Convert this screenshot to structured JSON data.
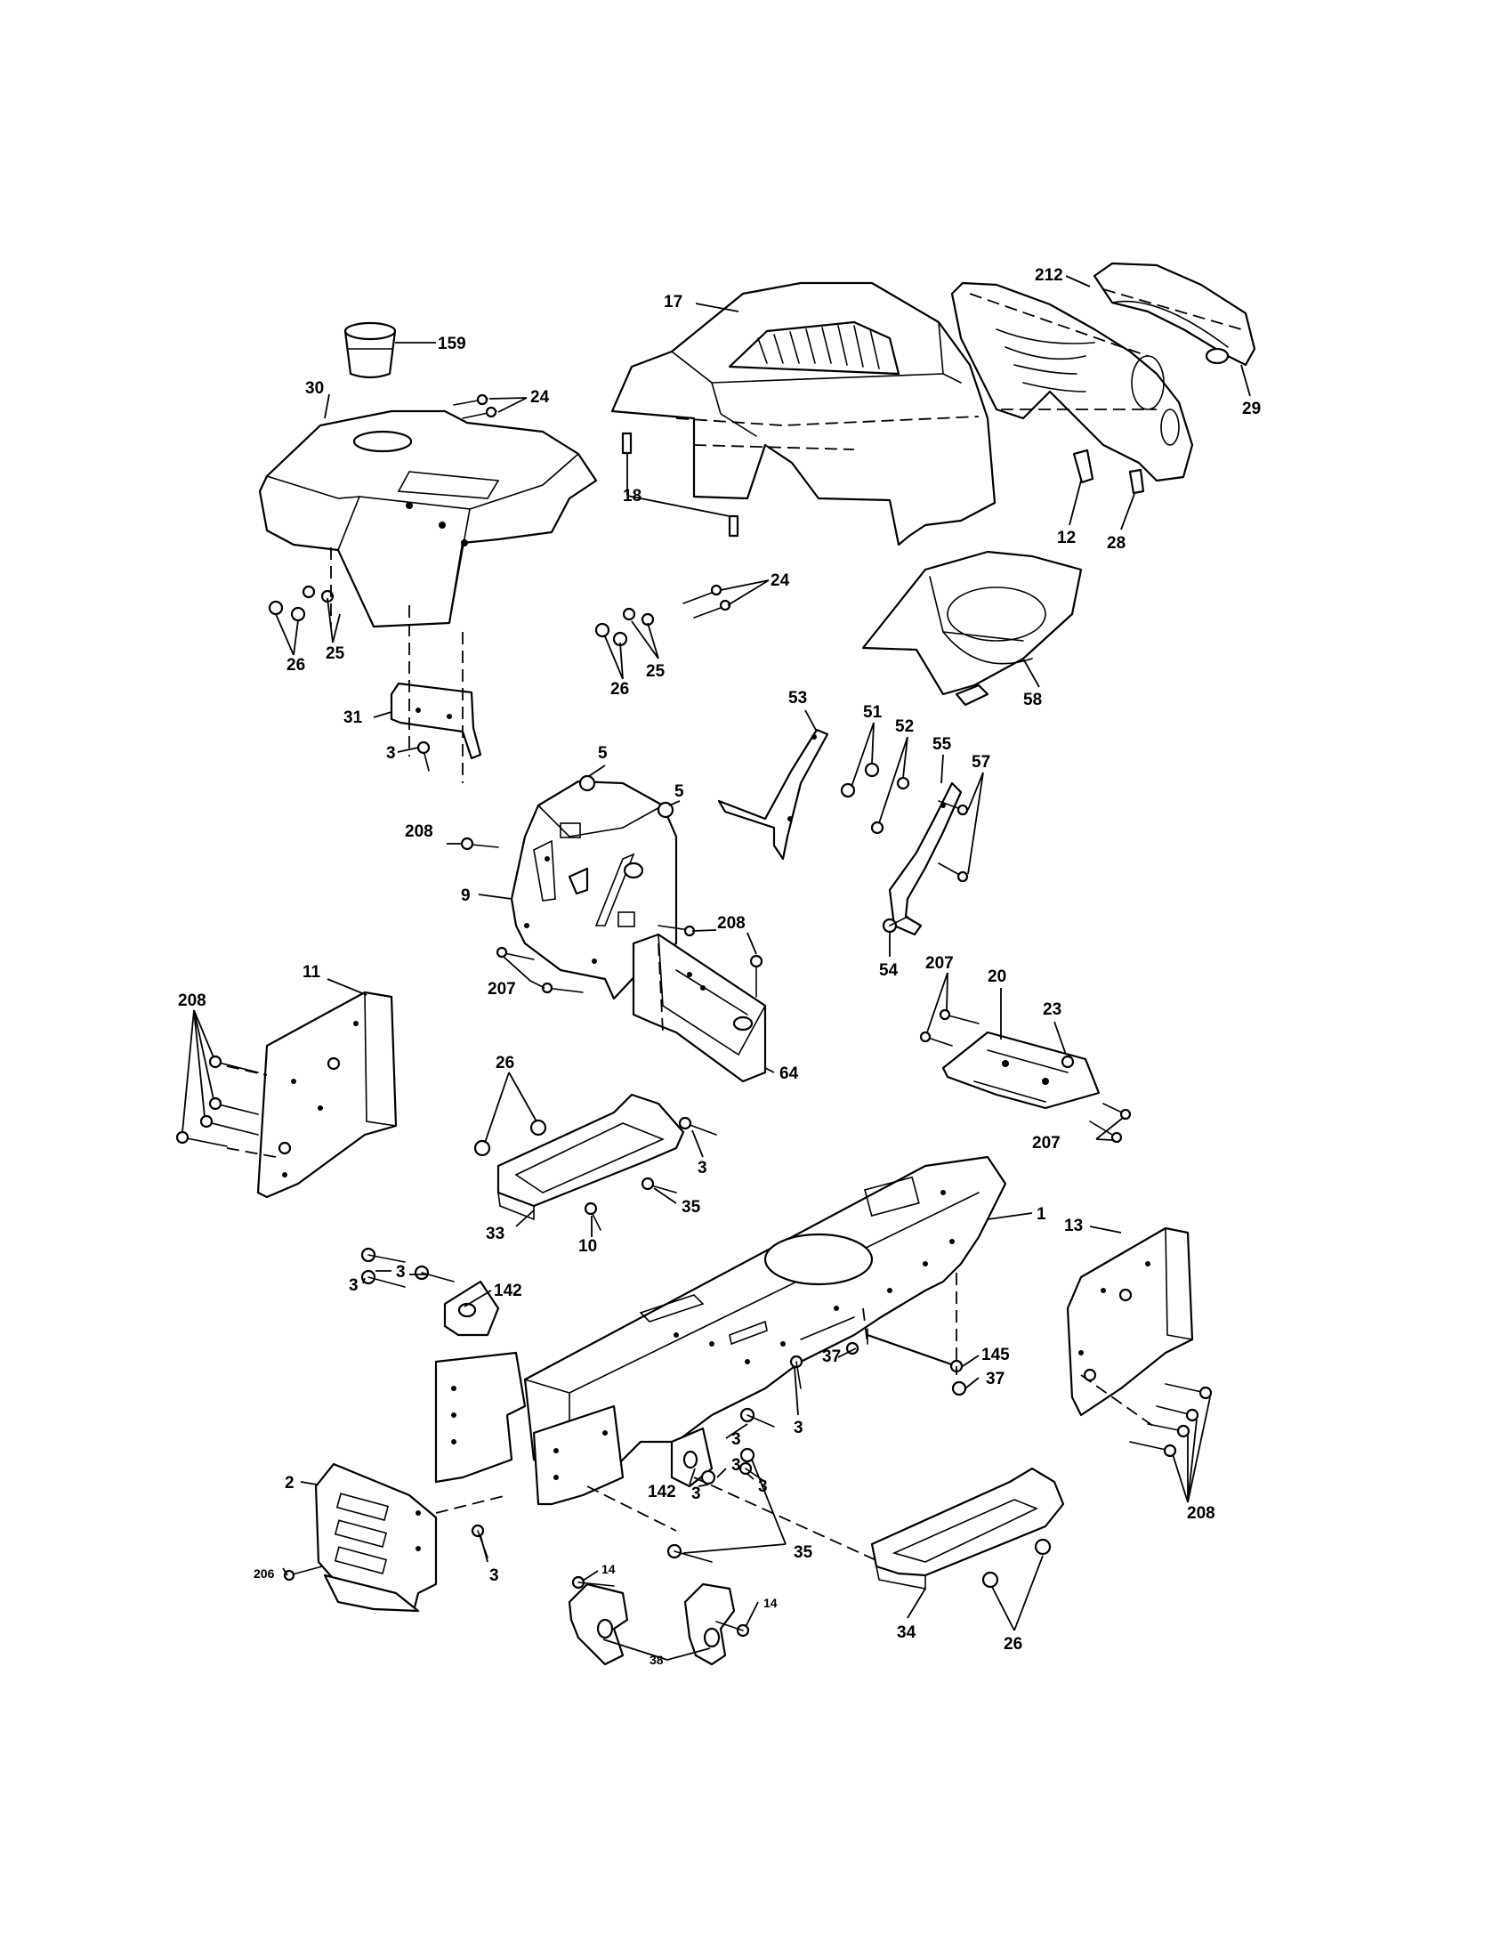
{
  "callouts": {
    "c159": "159",
    "c30": "30",
    "c24a": "24",
    "c17": "17",
    "c212": "212",
    "c29": "29",
    "c18": "18",
    "c12": "12",
    "c28": "28",
    "c24b": "24",
    "c25a": "25",
    "c26a": "26",
    "c26b": "26",
    "c25b": "25",
    "c58": "58",
    "c31": "31",
    "c3a": "3",
    "c53": "53",
    "c51": "51",
    "c52": "52",
    "c55": "55",
    "c57": "57",
    "c5a": "5",
    "c5b": "5",
    "c208a": "208",
    "c9": "9",
    "c54": "54",
    "c208b": "208",
    "c207a": "207",
    "c207b": "207",
    "c20": "20",
    "c23": "23",
    "c208c": "208",
    "c11": "11",
    "c26c": "26",
    "c64": "64",
    "c3b": "3",
    "c207c": "207",
    "c35a": "35",
    "c33": "33",
    "c10": "10",
    "c1": "1",
    "c13": "13",
    "c3c": "3",
    "c3d": "3",
    "c142a": "142",
    "c37a": "37",
    "c145": "145",
    "c37b": "37",
    "c3e": "3",
    "c3f": "3",
    "c3g": "3",
    "c3h": "3",
    "c142b": "142",
    "c3i": "3",
    "c2": "2",
    "c35b": "35",
    "c208d": "208",
    "c206": "206",
    "c3j": "3",
    "c14a": "14",
    "c14b": "14",
    "c34": "34",
    "c26d": "26",
    "c38": "38"
  }
}
